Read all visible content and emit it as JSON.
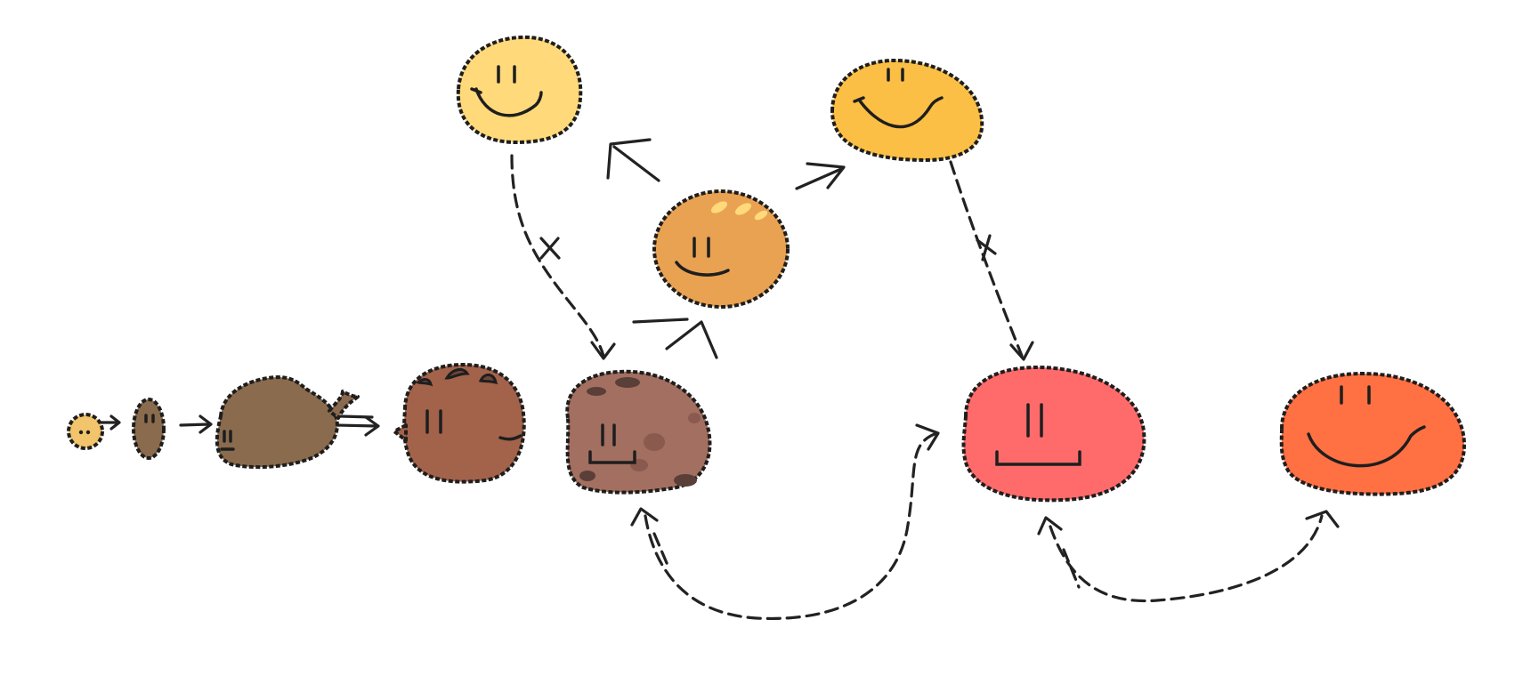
{
  "colors": {
    "pale_yellow": "#FFD97A",
    "gold": "#FBBF45",
    "orange_tan": "#E8A252",
    "brown": "#8A6B4E",
    "red_brown": "#A2634A",
    "mauve_brown": "#A36F60",
    "pink_red": "#FF6B6B",
    "orange_red": "#FF7043",
    "seed": "#F2C46B",
    "outline": "#1E1E1E"
  },
  "nodes": [
    {
      "name": "seed",
      "color": "seed"
    },
    {
      "name": "sprout",
      "color": "brown"
    },
    {
      "name": "young-blob",
      "color": "brown"
    },
    {
      "name": "red-brown-blob",
      "color": "red_brown"
    },
    {
      "name": "spotted-blob",
      "color": "mauve_brown"
    },
    {
      "name": "orange-tan-blob",
      "color": "orange_tan"
    },
    {
      "name": "pale-yellow-blob",
      "color": "pale_yellow"
    },
    {
      "name": "gold-blob",
      "color": "gold"
    },
    {
      "name": "pink-red-blob",
      "color": "pink_red"
    },
    {
      "name": "orange-red-blob",
      "color": "orange_red"
    }
  ],
  "arrows": [
    {
      "from": "seed",
      "to": "sprout"
    },
    {
      "from": "sprout",
      "to": "young-blob"
    },
    {
      "from": "young-blob",
      "to": "red-brown-blob"
    },
    {
      "from": "spotted-blob",
      "to": "orange-tan-blob"
    },
    {
      "from": "orange-tan-blob",
      "to": "pale-yellow-blob"
    },
    {
      "from": "orange-tan-blob",
      "to": "gold-blob"
    },
    {
      "from": "pale-yellow-blob",
      "to": "spotted-blob",
      "marker": "x"
    },
    {
      "from": "gold-blob",
      "to": "pink-red-blob",
      "marker": "+"
    },
    {
      "from": "spotted-blob",
      "to": "pink-red-blob",
      "bidirectional": true
    },
    {
      "from": "pink-red-blob",
      "to": "orange-red-blob",
      "bidirectional": true
    }
  ]
}
